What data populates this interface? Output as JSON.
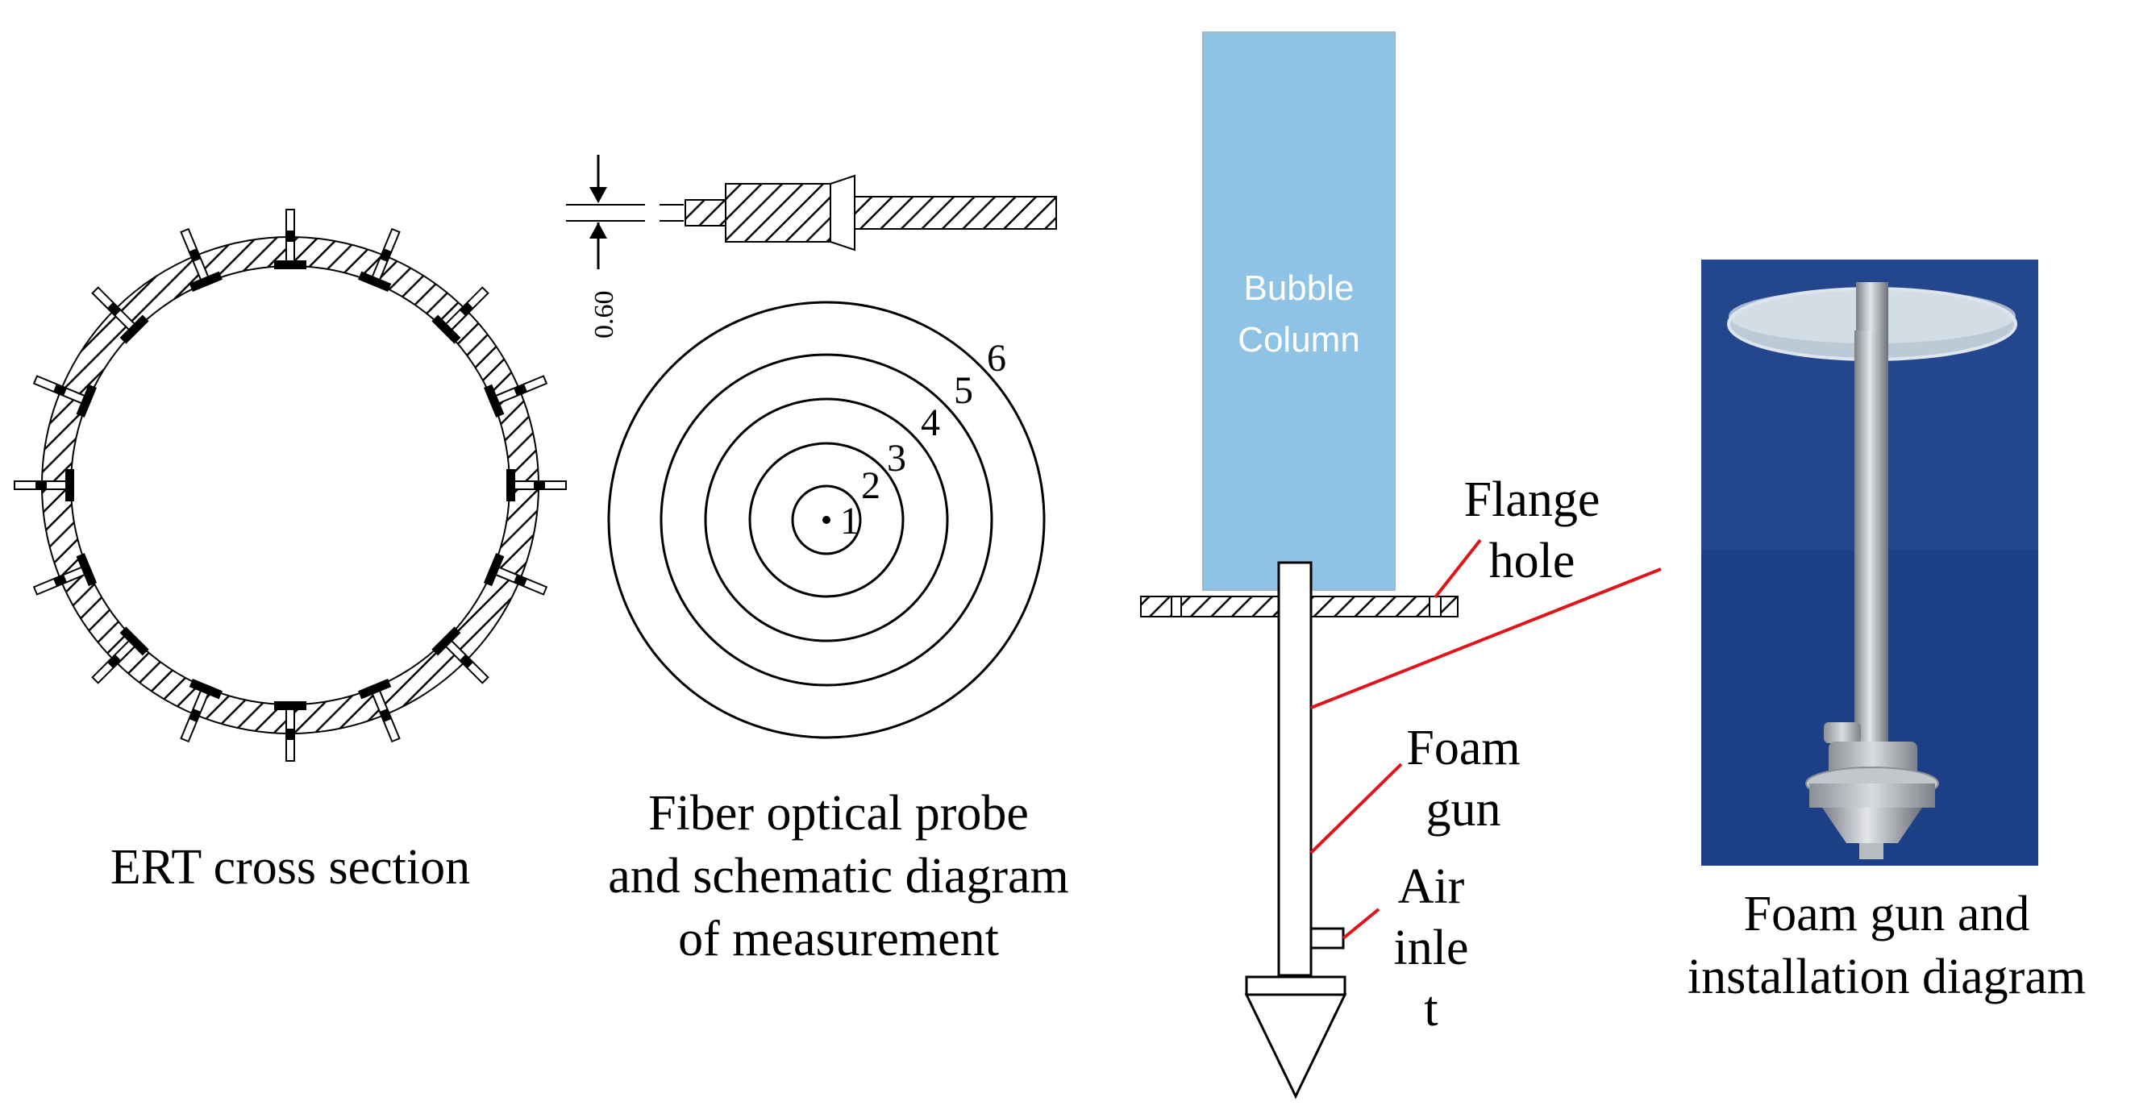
{
  "captions": {
    "ert": "ERT cross section",
    "probe_line1": "Fiber optical probe",
    "probe_line2": "and schematic diagram",
    "probe_line3": "of measurement",
    "photo_line1": "Foam gun and",
    "photo_line2": "installation diagram"
  },
  "probe": {
    "dimension_label": "0.60",
    "ring_numbers": [
      "1",
      "2",
      "3",
      "4",
      "5",
      "6"
    ]
  },
  "column": {
    "title_line1": "Bubble",
    "title_line2": "Column"
  },
  "labels": {
    "flange_line1": "Flange",
    "flange_line2": "hole",
    "foam_line1": "Foam",
    "foam_line2": "gun",
    "air_line1": "Air",
    "air_line2": "inle",
    "air_line3": "t"
  },
  "colors": {
    "column_fill": "#8ec3e6",
    "leader_line": "#e0141a",
    "photo_bg": "#1d3f86"
  }
}
